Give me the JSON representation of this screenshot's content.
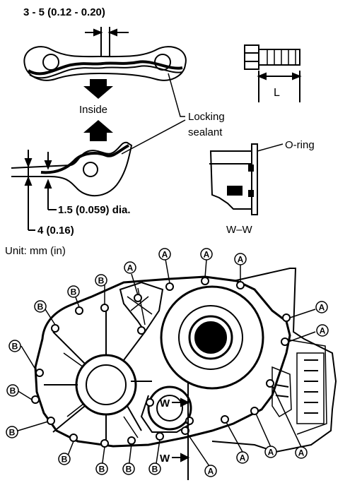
{
  "labels": {
    "gap_dim": "3 - 5 (0.12 - 0.20)",
    "inside": "Inside",
    "locking_sealant_1": "Locking",
    "locking_sealant_2": "sealant",
    "bead_dia": "1.5 (0.059) dia.",
    "bead_offset": "4 (0.16)",
    "unit": "Unit: mm (in)",
    "bolt_length": "L",
    "oring": "O-ring",
    "section": "W–W",
    "w_mark_1": "W",
    "w_mark_2": "W"
  },
  "markers": {
    "a": "A",
    "b": "B"
  }
}
